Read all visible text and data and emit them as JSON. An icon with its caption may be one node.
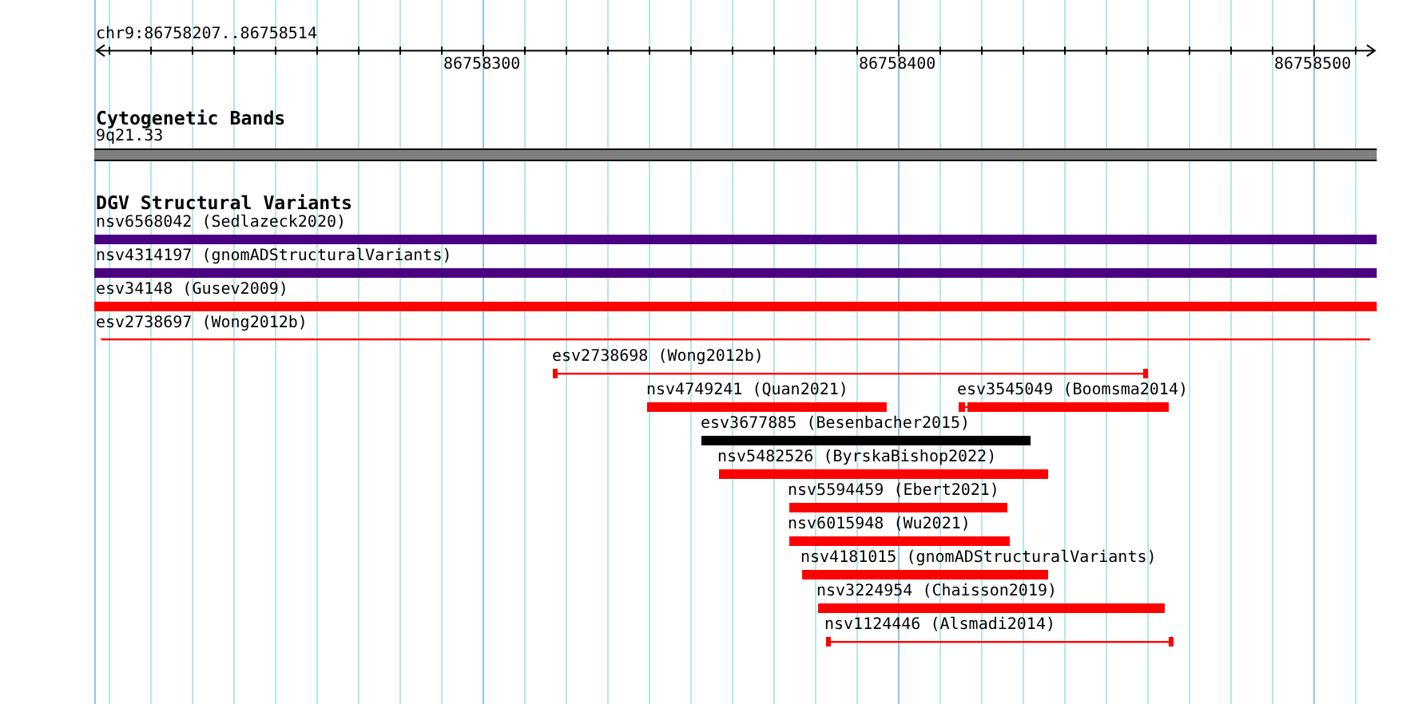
{
  "diagram": {
    "nodes": [
      {
        "text": [
          "9q21.33"
        ]
      },
      {
        "text": [
          "nsv6568042 (Sedlazeck2020)"
        ]
      },
      {
        "text": [
          "nsv4314197 (gnomADStructuralVariants)"
        ]
      },
      {
        "text": [
          "esv34148 (Gusev2009)"
        ]
      },
      {
        "text": [
          "esv2738697 (Wong2012b)"
        ]
      },
      {
        "text": [
          "esv2738698 (Wong2012b)"
        ]
      },
      {
        "text": [
          "nsv4749241 (Quan2021)"
        ]
      },
      {
        "text": [
          "esv3545049 (Boomsma2014)"
        ]
      },
      {
        "text": [
          "esv3677885 (Besenbacher2015)"
        ]
      },
      {
        "text": [
          "nsv5482526 (ByrskaBishop2022)"
        ]
      },
      {
        "text": [
          "nsv5594459 (Ebert2021)"
        ]
      },
      {
        "text": [
          "nsv6015948 (Wu2021)"
        ]
      },
      {
        "text": [
          "nsv4181015 (gnomADStructuralVariants)"
        ]
      },
      {
        "text": [
          "nsv3224954 (Chaisson2019)"
        ]
      },
      {
        "text": [
          "nsv1124446 (Alsmadi2014)"
        ]
      }
    ],
    "labels": [
      "chr9:86758207..86758514",
      "86758300",
      "86758400",
      "86758500",
      "Cytogenetic Bands",
      "DGV Structural Variants"
    ]
  }
}
